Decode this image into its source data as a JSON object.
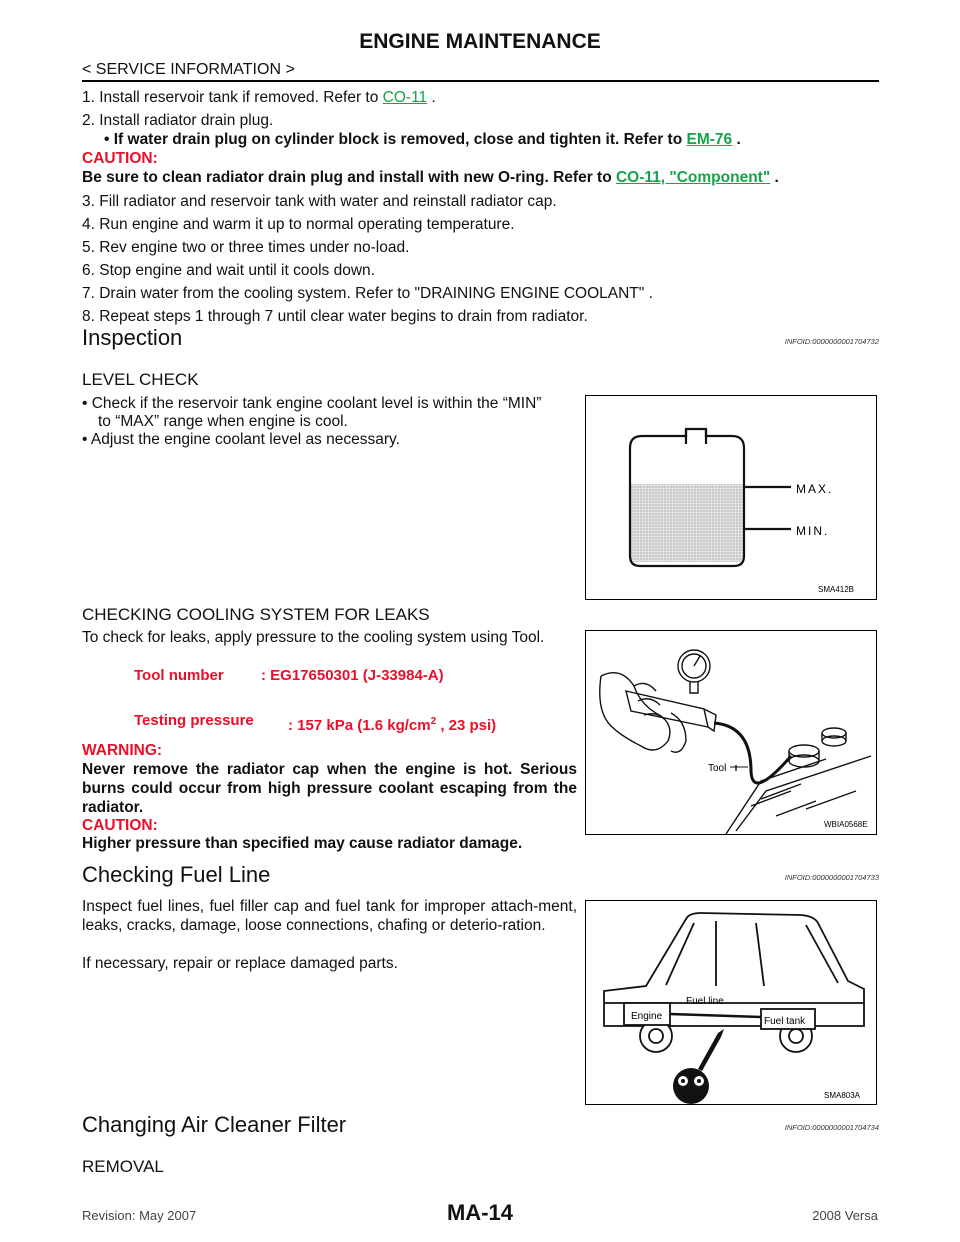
{
  "header": {
    "title": "ENGINE MAINTENANCE",
    "breadcrumb": "< SERVICE INFORMATION >"
  },
  "refill_steps": {
    "s1_text": "1.  Install reservoir tank if removed. Refer to ",
    "s1_link": "CO-11",
    "s1_end": " .",
    "s2_text": "2.  Install radiator drain plug.",
    "s2_bullet": "• If water drain plug on cylinder block is removed, close and tighten it. Refer to ",
    "s2_link": "EM-76",
    "s2_end": " .",
    "caution_label": "CAUTION:",
    "caution_text": "Be sure to clean radiator drain plug and install with new O-ring. Refer to ",
    "caution_link": "CO-11, \"Component\"",
    "caution_end": " .",
    "s3": "3.  Fill radiator and reservoir tank with water and reinstall radiator cap.",
    "s4": "4.  Run engine and warm it up to normal operating temperature.",
    "s5": "5.  Rev engine two or three times under no-load.",
    "s6": "6.  Stop engine and wait until it cools down.",
    "s7": "7.  Drain water from the cooling system. Refer to \"DRAINING ENGINE COOLANT\" .",
    "s8": "8.  Repeat steps 1 through 7 until clear water begins to drain from radiator."
  },
  "inspection": {
    "heading": "Inspection",
    "infoid": "INFOID:0000000001704732",
    "level_check_heading": "LEVEL CHECK",
    "bullet1_l1": "•  Check if the reservoir tank engine coolant level is within the “MIN”",
    "bullet1_l2": "to “MAX” range when engine is cool.",
    "bullet2": "•  Adjust the engine coolant level as necessary.",
    "fig1_max": "MAX.",
    "fig1_min": "MIN.",
    "fig1_code": "SMA412B",
    "leaks_heading": "CHECKING COOLING SYSTEM FOR LEAKS",
    "leaks_text": "To check for leaks, apply pressure to the cooling system using Tool.",
    "tool_number_label": "Tool number",
    "tool_number_value": ": EG17650301 (J-33984-A)",
    "testing_pressure_label": "Testing pressure",
    "testing_pressure_value_a": ": 157 kPa (1.6 kg/cm",
    "testing_pressure_sup": "2",
    "testing_pressure_value_b": " , 23 psi)",
    "fig2_tool_label": "Tool",
    "fig2_code": "WBIA0568E",
    "warning_label": "WARNING:",
    "warning_text": "Never remove the radiator cap when the engine is hot. Serious burns could occur from high pressure coolant escaping from the radiator.",
    "caution_label": "CAUTION:",
    "caution_text": "Higher pressure than specified may cause radiator damage."
  },
  "fuel_line": {
    "heading": "Checking Fuel Line",
    "infoid": "INFOID:0000000001704733",
    "text": "Inspect fuel lines, fuel filler cap and fuel tank for improper attach-ment, leaks, cracks, damage, loose connections, chafing or deterio-ration.",
    "text2": "If necessary, repair or replace damaged parts.",
    "fig3_engine": "Engine",
    "fig3_fuel_line": "Fuel  line",
    "fig3_fuel_tank": "Fuel  tank",
    "fig3_code": "SMA803A"
  },
  "air_cleaner": {
    "heading": "Changing Air Cleaner Filter",
    "infoid": "INFOID:0000000001704734",
    "removal_heading": "REMOVAL"
  },
  "footer": {
    "revision": "Revision: May 2007",
    "page_number": "MA-14",
    "model": "2008 Versa"
  }
}
